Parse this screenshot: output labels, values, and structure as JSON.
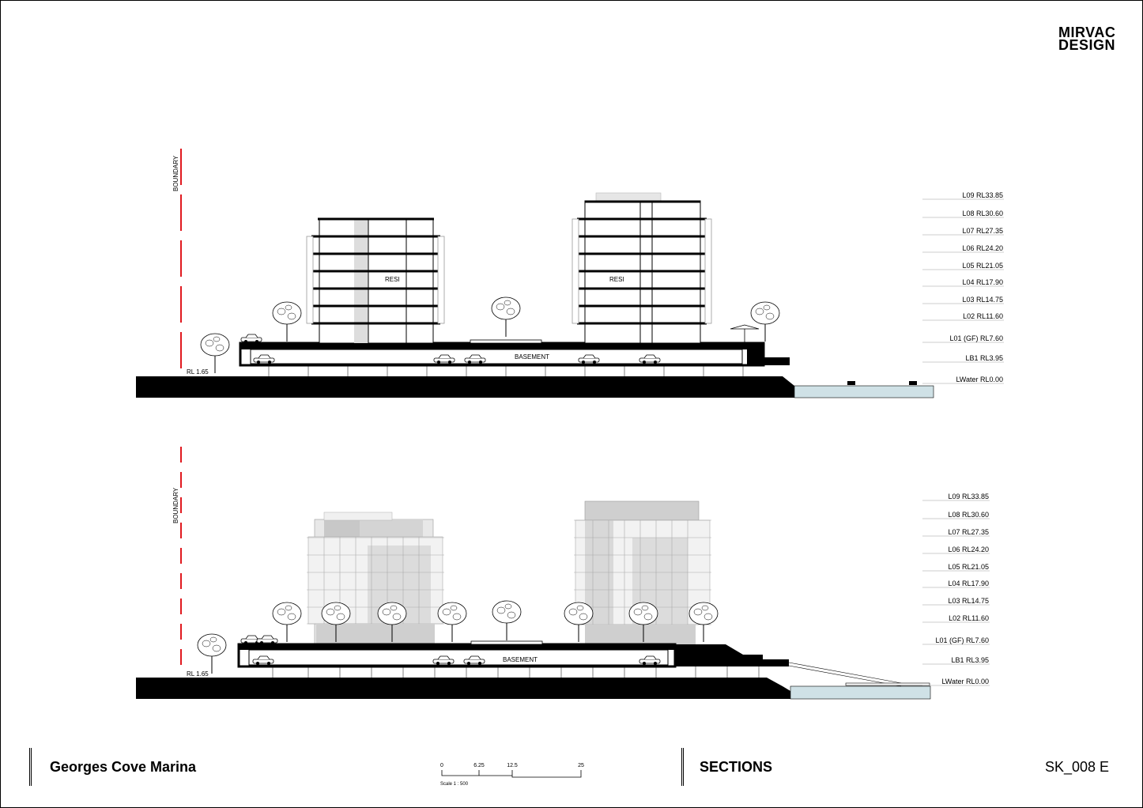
{
  "logo": {
    "line1": "MIRVAC",
    "line2": "DESIGN"
  },
  "section1": {
    "boundary_label": "BOUNDARY",
    "site_rl": "RL 1.65",
    "basement_label": "BASEMENT",
    "building_labels": [
      "RESI",
      "RESI"
    ],
    "levels": [
      "L09 RL33.85",
      "L08 RL30.60",
      "L07 RL27.35",
      "L06 RL24.20",
      "L05 RL21.05",
      "L04 RL17.90",
      "L03 RL14.75",
      "L02 RL11.60",
      "L01 (GF) RL7.60",
      "LB1 RL3.95",
      "LWater RL0.00"
    ]
  },
  "section2": {
    "boundary_label": "BOUNDARY",
    "site_rl": "RL 1.65",
    "basement_label": "BASEMENT",
    "levels": [
      "L09 RL33.85",
      "L08 RL30.60",
      "L07 RL27.35",
      "L06 RL24.20",
      "L05 RL21.05",
      "L04 RL17.90",
      "L03 RL14.75",
      "L02 RL11.60",
      "L01 (GF) RL7.60",
      "LB1 RL3.95",
      "LWater RL0.00"
    ]
  },
  "titleblock": {
    "project": "Georges Cove Marina",
    "sheet_title": "SECTIONS",
    "drawing_number": "SK_008  E",
    "scale_label": "Scale  1 : 500",
    "scale_ticks": [
      "0",
      "6.25",
      "12.5",
      "25"
    ]
  },
  "colors": {
    "boundary": "#e0191f",
    "water": "#cfe1e6",
    "ground": "#000000"
  }
}
